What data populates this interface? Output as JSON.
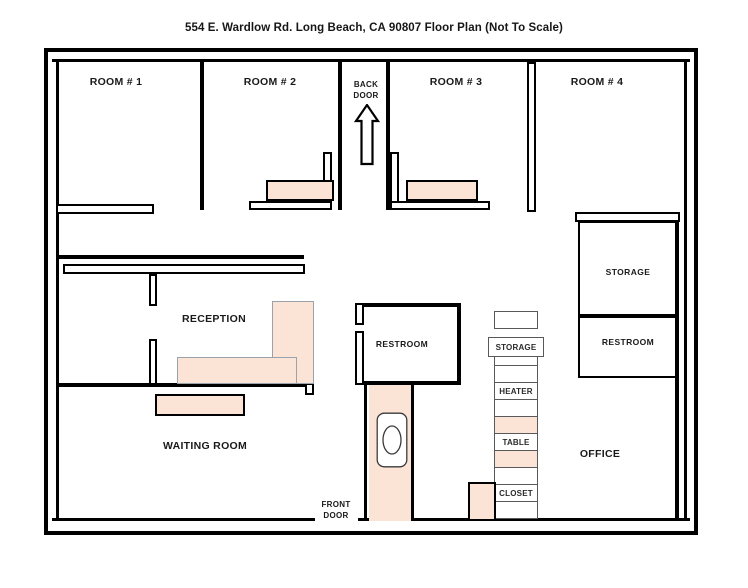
{
  "title": "554 E. Wardlow Rd. Long Beach, CA 90807 Floor Plan (Not To Scale)",
  "colors": {
    "wall": "#000000",
    "fixture_fill": "#fbe4d5",
    "fixture_outline": "#9aa2ab",
    "background": "#ffffff",
    "text": "#1a1a1a"
  },
  "rooms": {
    "room1": "ROOM # 1",
    "room2": "ROOM # 2",
    "room3": "ROOM # 3",
    "room4": "ROOM # 4",
    "reception": "RECEPTION",
    "waiting_room": "WAITING ROOM",
    "restroom_center": "RESTROOM",
    "restroom_right": "RESTROOM",
    "storage_right": "STORAGE",
    "office": "OFFICE"
  },
  "doors": {
    "back_door_line1": "BACK",
    "back_door_line2": "DOOR",
    "front_door_line1": "FRONT",
    "front_door_line2": "DOOR"
  },
  "center_stack": [
    {
      "label": "",
      "fill": "white"
    },
    {
      "label": "STORAGE",
      "fill": "white"
    },
    {
      "label": "",
      "fill": "white"
    },
    {
      "label": "",
      "fill": "white"
    },
    {
      "label": "HEATER",
      "fill": "white"
    },
    {
      "label": "",
      "fill": "white"
    },
    {
      "label": "",
      "fill": "peach"
    },
    {
      "label": "TABLE",
      "fill": "white"
    },
    {
      "label": "",
      "fill": "peach"
    },
    {
      "label": "",
      "fill": "white"
    },
    {
      "label": "CLOSET",
      "fill": "white"
    },
    {
      "label": "",
      "fill": "white"
    }
  ],
  "fixtures": {
    "toilet": "toilet-fixture",
    "reception_desk": "reception-desk",
    "waiting_bench": "waiting-bench",
    "room2_counter": "room2-counter",
    "room3_counter": "room3-counter",
    "office_cabinet": "office-cabinet",
    "restroom_floor": "restroom-floor"
  }
}
